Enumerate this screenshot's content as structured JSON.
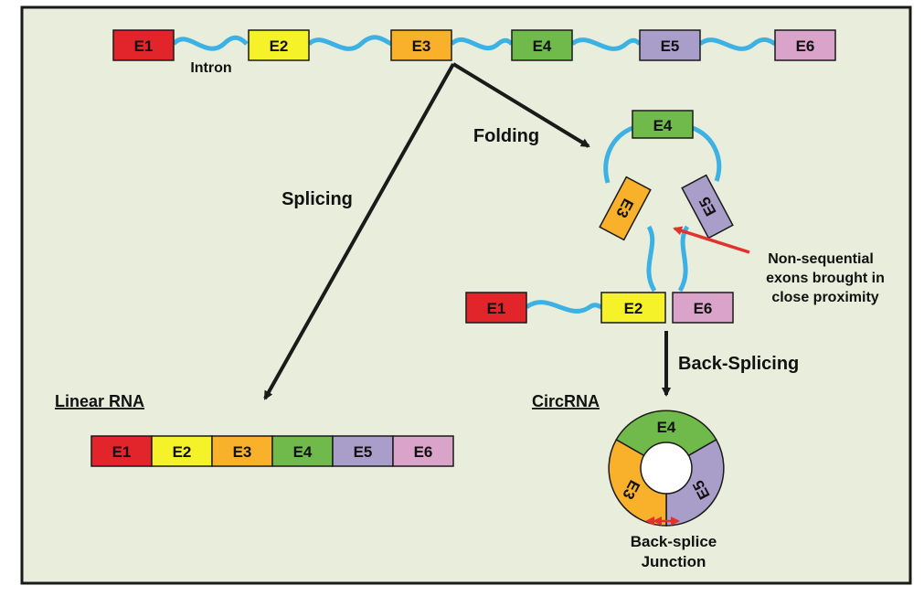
{
  "colors": {
    "background": "#e8eedb",
    "frame": "#1a1a1a",
    "intron": "#3db1e3",
    "arrow": "#1a1a1a",
    "highlight_arrow": "#e0332e",
    "E1": "#e2242b",
    "E2": "#f5f22a",
    "E3": "#f9b12b",
    "E4": "#70b94b",
    "E5": "#a99dc9",
    "E6": "#d9a3ca"
  },
  "exons": {
    "e1": "E1",
    "e2": "E2",
    "e3": "E3",
    "e4": "E4",
    "e5": "E5",
    "e6": "E6"
  },
  "labels": {
    "intron": "Intron",
    "folding": "Folding",
    "splicing": "Splicing",
    "non_sequential": [
      "Non-sequential",
      "exons brought in",
      "close proximity"
    ],
    "back_splicing": "Back-Splicing",
    "linear_rna": "Linear RNA",
    "circ_rna": "CircRNA",
    "junction": [
      "Back-splice",
      "Junction"
    ]
  }
}
